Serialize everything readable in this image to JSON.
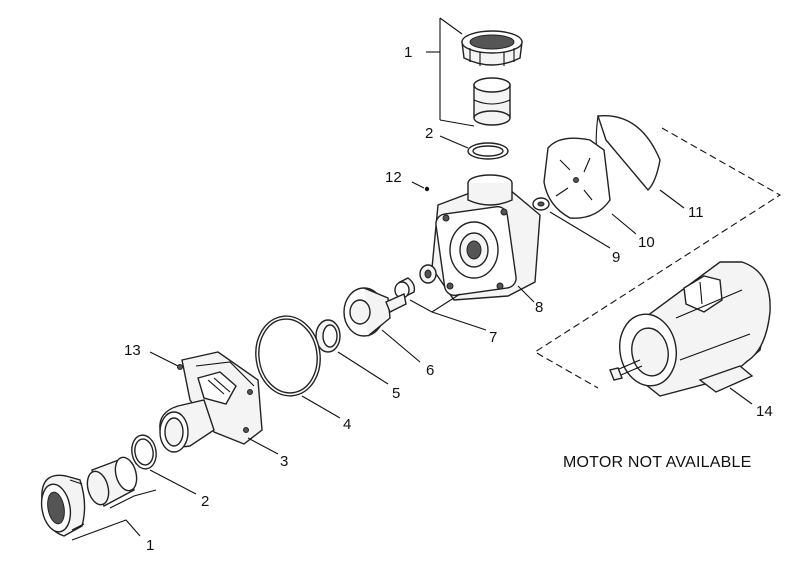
{
  "callouts": {
    "c1_top": "1",
    "c2_top": "2",
    "c12": "12",
    "c11": "11",
    "c10": "10",
    "c9": "9",
    "c8": "8",
    "c7": "7",
    "c6": "6",
    "c5": "5",
    "c4": "4",
    "c13": "13",
    "c3": "3",
    "c2_bottom": "2",
    "c1_bottom": "1",
    "c14": "14"
  },
  "note": "MOTOR NOT AVAILABLE"
}
